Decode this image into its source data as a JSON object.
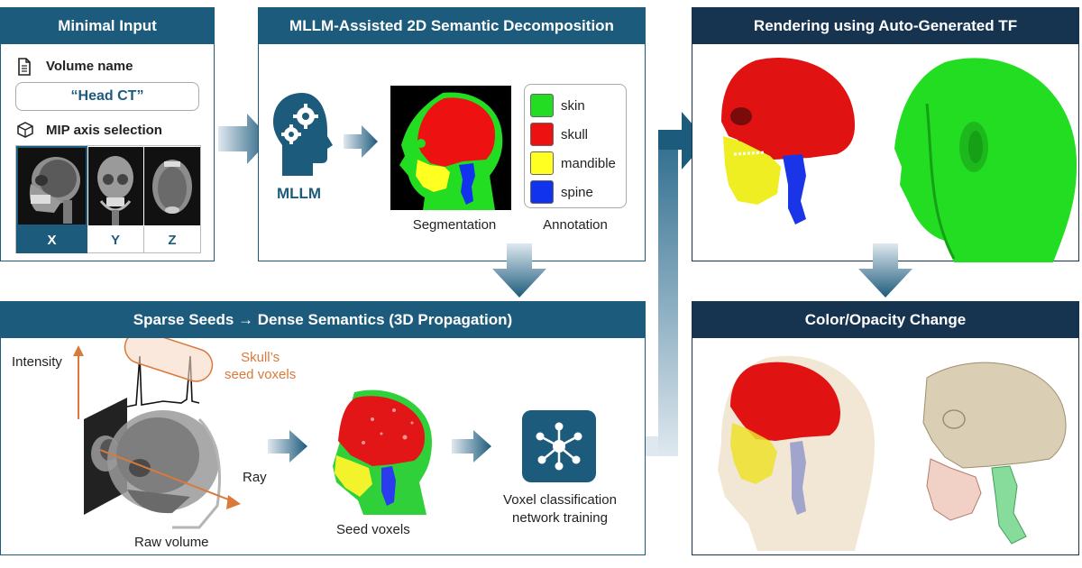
{
  "panels": {
    "input": {
      "title": "Minimal Input",
      "volume_name_label": "Volume name",
      "volume_name_value": "“Head CT”",
      "mip_label": "MIP axis selection",
      "axes": [
        "X",
        "Y",
        "Z"
      ],
      "selected_axis": "X"
    },
    "decomposition": {
      "title": "MLLM-Assisted 2D Semantic Decomposition",
      "mllm_label": "MLLM",
      "segmentation_caption": "Segmentation",
      "annotation_caption": "Annotation",
      "legend": [
        {
          "label": "skin",
          "color": "#22dd22"
        },
        {
          "label": "skull",
          "color": "#ee1111"
        },
        {
          "label": "mandible",
          "color": "#ffff22"
        },
        {
          "label": "spine",
          "color": "#1133ee"
        }
      ]
    },
    "propagation": {
      "title": "Sparse Seeds → Dense Semantics (3D Propagation)",
      "intensity_label": "Intensity",
      "seed_note_line1": "Skull’s",
      "seed_note_line2": "seed voxels",
      "ray_label": "Ray",
      "raw_volume_caption": "Raw volume",
      "seed_voxels_caption": "Seed voxels",
      "training_caption_line1": "Voxel classification",
      "training_caption_line2": "network training"
    },
    "rendering": {
      "title": "Rendering using Auto-Generated TF"
    },
    "color_change": {
      "title": "Color/Opacity Change"
    }
  },
  "colors": {
    "panel_blue": "#1d5b7c",
    "panel_dark": "#16334f",
    "accent_orange": "#d97a3a",
    "skin": "#22dd22",
    "skull": "#ee1111",
    "mandible": "#ffff22",
    "spine": "#1133ee"
  },
  "icons": [
    "document-icon",
    "cube-icon",
    "brain-gears-icon",
    "network-icon"
  ]
}
